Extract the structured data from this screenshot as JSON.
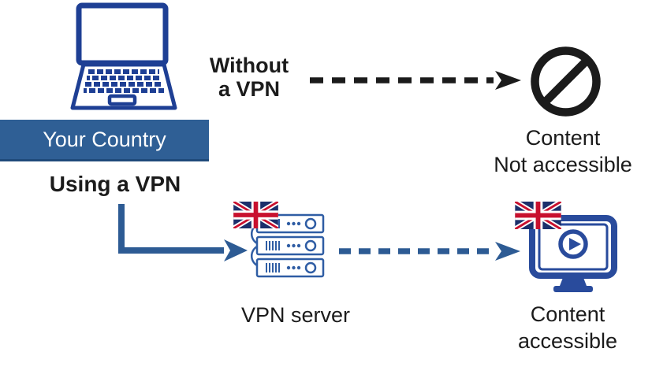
{
  "diagram": {
    "source": {
      "label": "Your Country"
    },
    "without_vpn": {
      "line1": "Without",
      "line2": "a VPN",
      "result": {
        "line1": "Content",
        "line2": "Not accessible"
      }
    },
    "with_vpn": {
      "label": "Using a VPN",
      "server_label": "VPN server",
      "result": {
        "line1": "Content",
        "line2": "accessible"
      }
    }
  },
  "icons": {
    "laptop": "laptop-icon",
    "blocked": "no-entry-icon",
    "server": "server-stack-icon",
    "server_flag": "uk-flag-icon",
    "monitor": "monitor-play-icon",
    "monitor_flag": "uk-flag-icon"
  },
  "colors": {
    "ink": "#1b1b1b",
    "banner_blue": "#2f5f95",
    "laptop_navy": "#1e3f94",
    "arrow_blue": "#2d5b94",
    "server_blue": "#2f5da4",
    "monitor_blue": "#294b9c",
    "flag_blue": "#1c2f6b",
    "flag_red": "#c8102e"
  }
}
